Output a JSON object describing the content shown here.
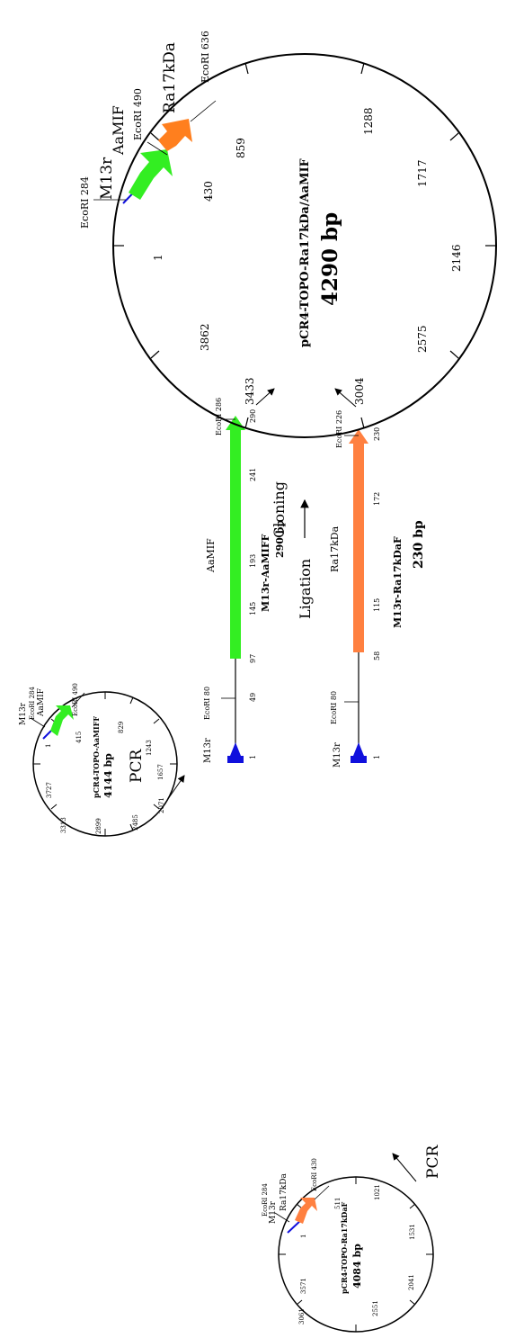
{
  "colors": {
    "green": "#33ee22",
    "orange": "#ff7f1e",
    "salmon": "#ff8040",
    "blue": "#1010dd",
    "line": "#000000"
  },
  "small_plasmid_1": {
    "name": "pCR4-TOPO-AaMIFF",
    "size": "4144 bp",
    "labels": {
      "m13r": "M13r",
      "gene": "AaMIF",
      "ecori_a": "EcoRI 284",
      "ecori_b": "EcoRI 490"
    },
    "ticks": [
      "1",
      "415",
      "829",
      "1243",
      "1657",
      "2071",
      "2485",
      "2899",
      "3313",
      "3727"
    ]
  },
  "small_plasmid_2": {
    "name": "pCR4-TOPO-Ra17kDaF",
    "size": "4084 bp",
    "labels": {
      "m13r": "M13r",
      "gene": "Ra17kDa",
      "ecori_a": "EcoRI 284",
      "ecori_b": "EcoRI 430"
    },
    "ticks": [
      "1",
      "511",
      "1021",
      "1531",
      "2041",
      "2551",
      "3061",
      "3571"
    ]
  },
  "pcr_label_1": "PCR",
  "pcr_label_2": "PCR",
  "linear_1": {
    "m13r": "M13r",
    "ecori_left": "EcoRI 80",
    "gene": "AaMIF",
    "ecori_right": "EcoRI 286",
    "name": "M13r-AaMIFF",
    "size": "290 bp",
    "ticks": [
      "1",
      "49",
      "97",
      "145",
      "193",
      "241",
      "290"
    ]
  },
  "linear_2": {
    "m13r": "M13r",
    "ecori_left": "EcoRI 80",
    "gene": "Ra17kDa",
    "ecori_right": "EcoRI 226",
    "name": "M13r-Ra17kDaF",
    "size": "230 bp",
    "ticks": [
      "1",
      "58",
      "115",
      "172",
      "230"
    ]
  },
  "ligation_label": "Ligation",
  "cloning_label": "Cloning",
  "big_plasmid": {
    "name": "pCR4-TOPO-Ra17kDa/AaMIF",
    "size": "4290 bp",
    "labels": {
      "m13r": "M13r",
      "gene_green": "AaMIF",
      "gene_orange": "Ra17kDa",
      "ecori_284": "EcoRI 284",
      "ecori_490": "EcoRI 490",
      "ecori_636": "EcoRI 636"
    },
    "ticks": [
      "1",
      "430",
      "859",
      "1288",
      "1717",
      "2146",
      "2575",
      "3004",
      "3433",
      "3862"
    ]
  }
}
